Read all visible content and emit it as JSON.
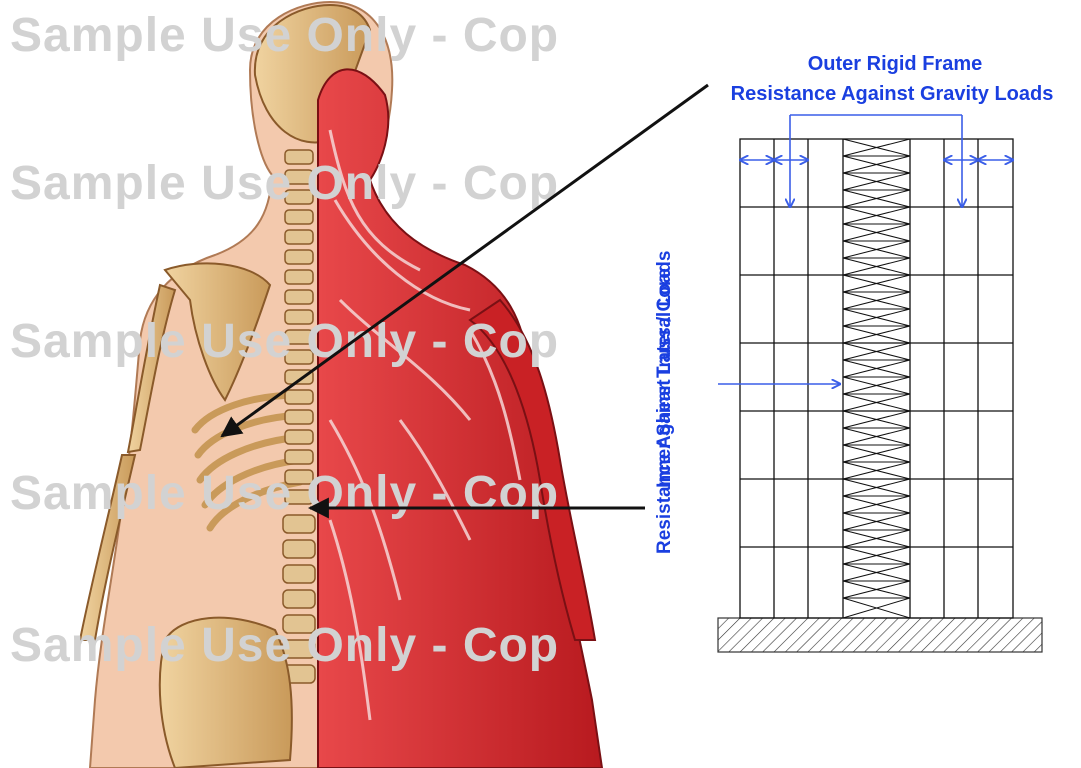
{
  "watermark": {
    "lines": [
      "Sample Use Only - Cop",
      "Sample Use Only - Cop",
      "Sample Use Only - Cop",
      "Sample Use Only - Cop",
      "Sample Use Only - Cop"
    ]
  },
  "labels": {
    "outer_line1": "Outer Rigid Frame",
    "outer_line2": "Resistance Against Gravity Loads",
    "inner_line1": "Inner Shear Truss / Core",
    "inner_line2": "Resistance Against Lateral Loads"
  },
  "colors": {
    "label_blue": "#1a3fe0",
    "arrow_blue": "#3a5ee8",
    "frame_line": "#111111",
    "skin": "#f3c9ad",
    "bone": "#e2bd86",
    "muscle": "#d8262a",
    "watermark": "#d2d2d2"
  }
}
